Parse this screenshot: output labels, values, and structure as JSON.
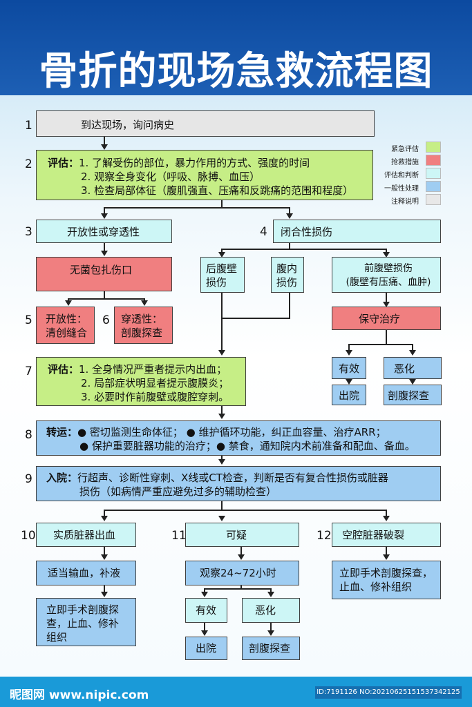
{
  "title": "骨折的现场急救流程图",
  "legend": [
    {
      "label": "紧急评估",
      "color": "#c6ee86"
    },
    {
      "label": "抢救措施",
      "color": "#f07f80"
    },
    {
      "label": "评估和判断",
      "color": "#cdf6f6"
    },
    {
      "label": "一般性处理",
      "color": "#9fcdf2"
    },
    {
      "label": "注释说明",
      "color": "#e8e8e8"
    }
  ],
  "steps": {
    "n1": "1",
    "n2": "2",
    "n3": "3",
    "n4": "4",
    "n5": "5",
    "n6": "6",
    "n7": "7",
    "n8": "8",
    "n9": "9",
    "n10": "10",
    "n11": "11",
    "n12": "12"
  },
  "boxes": {
    "arrive": "到达现场，询问病史",
    "eval1_label": "评估：",
    "eval1_l1": "1. 了解受伤的部位，暴力作用的方式、强度的时间",
    "eval1_l2": "2. 观察全身变化（呼吸、脉搏、血压）",
    "eval1_l3": "3. 检查局部体征（腹肌强直、压痛和反跳痛的范围和程度）",
    "open": "开放性或穿透性",
    "closed": "闭合性损伤",
    "sterile": "无菌包扎伤口",
    "open2_l1": "开放性：",
    "open2_l2": "清创缝合",
    "pen_l1": "穿透性：",
    "pen_l2": "剖腹探查",
    "retro_l1": "后腹壁",
    "retro_l2": "损伤",
    "intra_l1": "腹内",
    "intra_l2": "损伤",
    "ant_l1": "前腹壁损伤",
    "ant_l2": "(腹壁有压痛、血肿)",
    "conserv": "保守治疗",
    "eff1": "有效",
    "worse1": "恶化",
    "dis1": "出院",
    "lap1": "剖腹探查",
    "eval2_label": "评估：",
    "eval2_l1": "1. 全身情况严重者提示内出血；",
    "eval2_l2": "2. 局部症状明显者提示腹膜炎；",
    "eval2_l3": "3. 必要时作前腹壁或腹腔穿刺。",
    "trans_label": "转运：",
    "trans_l1": "● 密切监测生命体征；   ● 维护循环功能，纠正血容量、治疗ARR；",
    "trans_l2": "● 保护重要脏器功能的治疗；● 禁食，通知院内术前准备和配血、备血。",
    "adm_label": "入院：",
    "adm_l1": "行超声、诊断性穿刺、X线或CT检查，判断是否有复合性损伤或脏器",
    "adm_l2": "损伤（如病情严重应避免过多的辅助检查）",
    "solid": "实质脏器出血",
    "doubt": "可疑",
    "hollow": "空腔脏器破裂",
    "transfuse": "适当输血，补液",
    "observe": "观察24~72小时",
    "hollow_op_l1": "立即手术剖腹探查，",
    "hollow_op_l2": "止血、修补组织",
    "solid_op_l1": "立即手术剖腹探",
    "solid_op_l2": "查，止血、修补",
    "solid_op_l3": "组织",
    "eff2": "有效",
    "worse2": "恶化",
    "dis2": "出院",
    "lap2": "剖腹探查"
  },
  "watermark": {
    "site": "昵图网 www.nipic.com",
    "id": "ID:7191126 NO:20210625151537342125"
  }
}
